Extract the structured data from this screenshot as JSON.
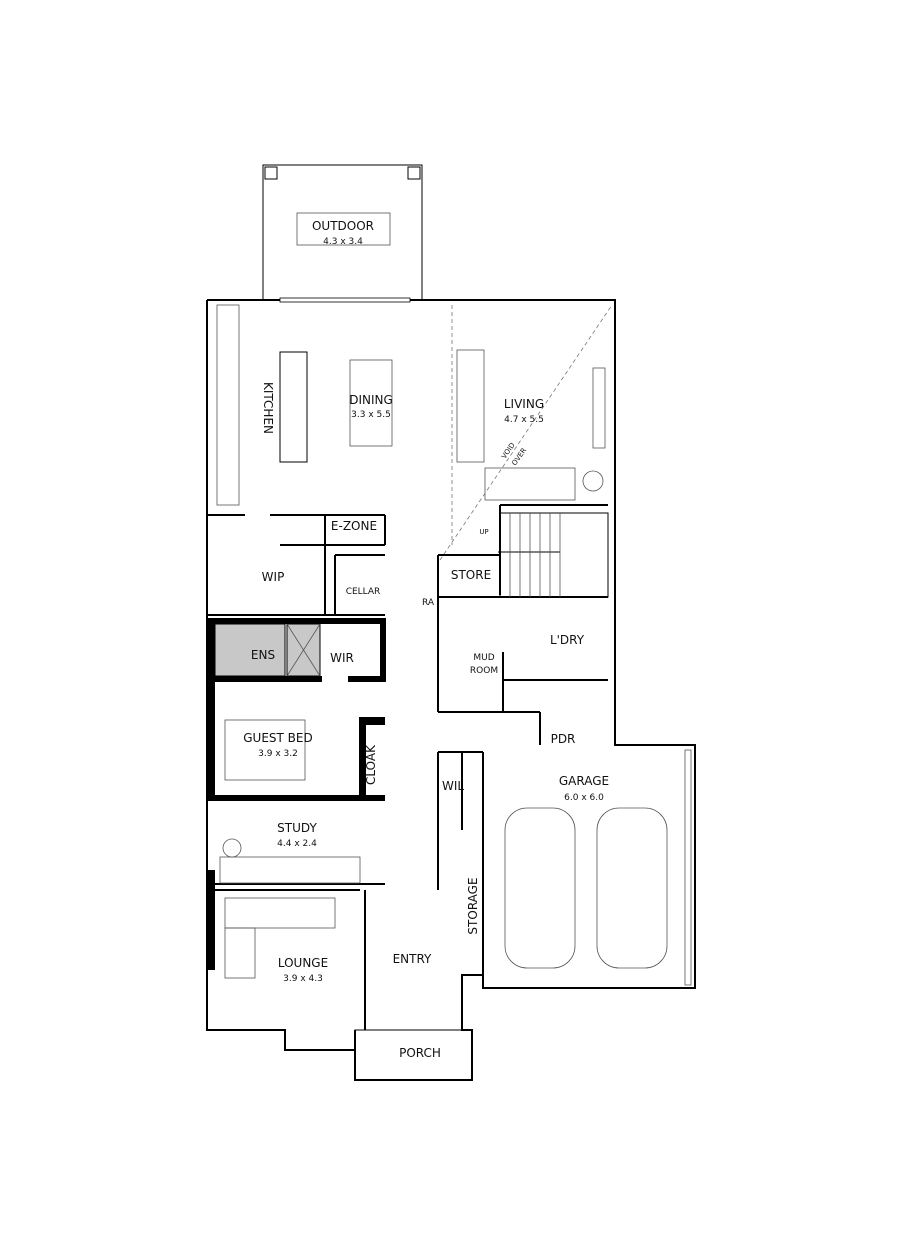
{
  "rooms": {
    "outdoor": {
      "name": "OUTDOOR",
      "size": "4.3 x 3.4"
    },
    "kitchen": {
      "name": "KITCHEN"
    },
    "dining": {
      "name": "DINING",
      "size": "3.3 x 5.5"
    },
    "living": {
      "name": "LIVING",
      "size": "4.7 x 5.5"
    },
    "void": {
      "line1": "VOID",
      "line2": "OVER"
    },
    "ezone": {
      "name": "E-ZONE"
    },
    "wip": {
      "name": "WIP"
    },
    "cellar": {
      "name": "CELLAR"
    },
    "store": {
      "name": "STORE"
    },
    "ra": {
      "name": "RA"
    },
    "stairs": {
      "up": "UP"
    },
    "laundry": {
      "name": "L'DRY"
    },
    "mudroom": {
      "line1": "MUD",
      "line2": "ROOM"
    },
    "ensuite": {
      "name": "ENS"
    },
    "wir": {
      "name": "WIR"
    },
    "pdr": {
      "name": "PDR"
    },
    "guest_bed": {
      "name": "GUEST BED",
      "size": "3.9 x 3.2"
    },
    "cloak": {
      "name": "CLOAK"
    },
    "wil": {
      "name": "WIL"
    },
    "garage": {
      "name": "GARAGE",
      "size": "6.0 x 6.0"
    },
    "study": {
      "name": "STUDY",
      "size": "4.4 x 2.4"
    },
    "storage": {
      "name": "STORAGE"
    },
    "lounge": {
      "name": "LOUNGE",
      "size": "3.9 x 4.3"
    },
    "entry": {
      "name": "ENTRY"
    },
    "porch": {
      "name": "PORCH"
    }
  },
  "colors": {
    "walls": "#000000",
    "wet_area_fill": "#c8c8c8",
    "background": "#ffffff"
  }
}
